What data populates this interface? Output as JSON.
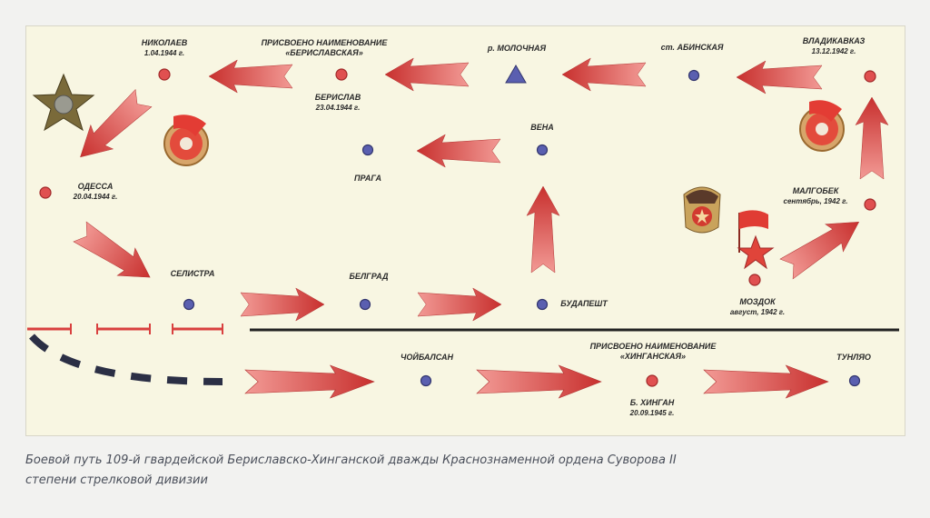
{
  "places": {
    "nikolaev": {
      "name": "НИКОЛАЕВ",
      "date": "1.04.1944 г."
    },
    "berislav_naming": {
      "name": "ПРИСВОЕНО НАИМЕНОВАНИЕ",
      "date": "«БЕРИСЛАВСКАЯ»"
    },
    "berislav": {
      "name": "БЕРИСЛАВ",
      "date": "23.04.1944 г."
    },
    "molochnaya": {
      "name": "р. МОЛОЧНАЯ"
    },
    "abinskaya": {
      "name": "ст. АБИНСКАЯ"
    },
    "vladikavkaz": {
      "name": "ВЛАДИКАВКАЗ",
      "date": "13.12.1942 г."
    },
    "vena": {
      "name": "ВЕНА"
    },
    "praga": {
      "name": "ПРАГА"
    },
    "odessa": {
      "name": "ОДЕССА",
      "date": "20.04.1944 г."
    },
    "malgobek": {
      "name": "МАЛГОБЕК",
      "date": "сентябрь, 1942 г."
    },
    "selistra": {
      "name": "СЕЛИСТРА"
    },
    "belgrad": {
      "name": "БЕЛГРАД"
    },
    "budapest": {
      "name": "БУДАПЕШТ"
    },
    "mozdok": {
      "name": "МОЗДОК",
      "date": "август, 1942 г."
    },
    "choibalsan": {
      "name": "ЧОЙБАЛСАН"
    },
    "khingan_naming": {
      "name": "ПРИСВОЕНО НАИМЕНОВАНИЕ",
      "date": "«ХИНГАНСКАЯ»"
    },
    "khingan": {
      "name": "Б. ХИНГАН",
      "date": "20.09.1945 г."
    },
    "tunlyao": {
      "name": "ТУНЛЯО"
    }
  },
  "caption": {
    "line1": "Боевой путь 109-й гвардейской Бериславско-Хинганской дважды Краснознаменной ордена Суворова II",
    "line2": "степени стрелковой дивизии"
  },
  "colors": {
    "arrow": "#d9403f",
    "red_dot": "#e05050",
    "blue_dot": "#5a5fb0",
    "panel": "#f8f6e2"
  }
}
